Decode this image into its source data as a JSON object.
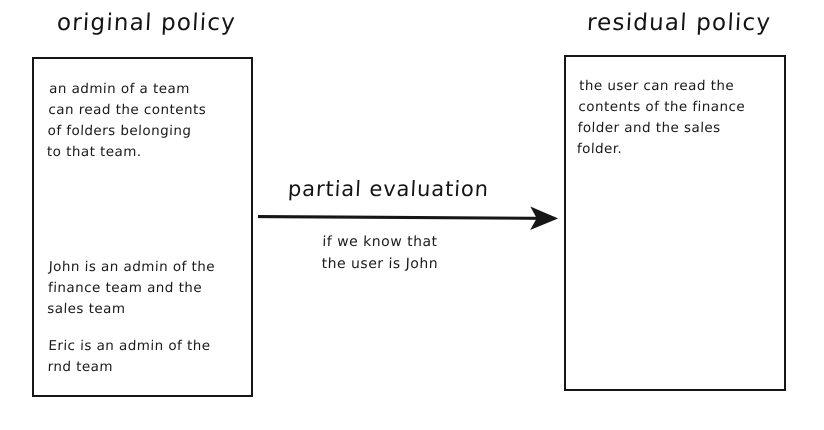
{
  "diagram": {
    "background_color": "#ffffff",
    "ink_color": "#161616",
    "left_panel": {
      "heading": "original policy",
      "rule_text": "an admin of a team\ncan read the contents\nof folders belonging\nto that team.",
      "fact_john": "John is an admin of the\nfinance team and the\nsales team",
      "fact_eric": "Eric is an admin of the\nrnd team"
    },
    "right_panel": {
      "heading": "residual policy",
      "result_text": "the user can read the\ncontents of the finance\nfolder and the sales\nfolder."
    },
    "transition": {
      "arrow_label": "partial evaluation",
      "arrow_sublabel": "if we know that\nthe user is John",
      "arrow_direction": "left-to-right"
    }
  }
}
